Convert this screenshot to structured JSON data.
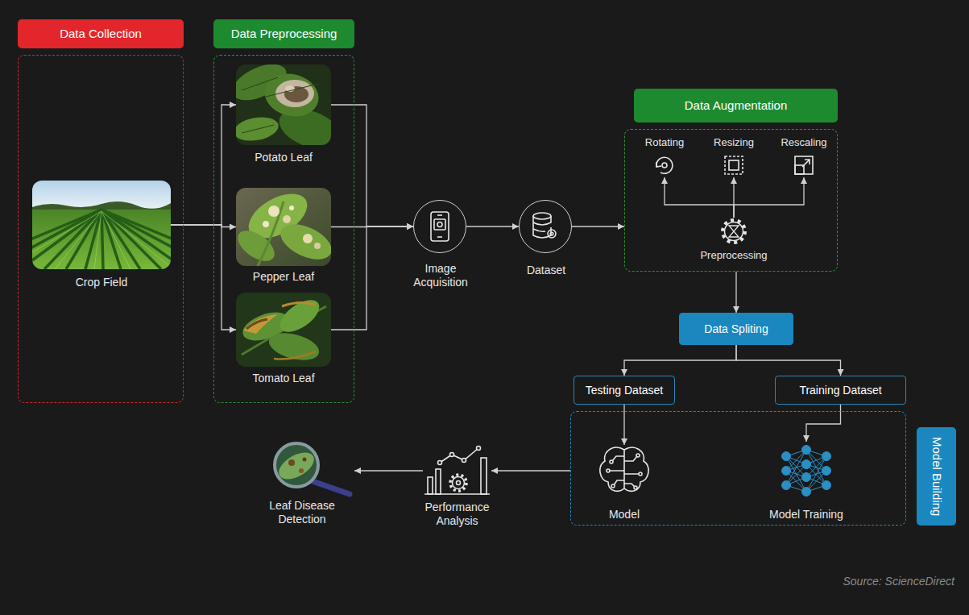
{
  "diagram": {
    "nodes": [
      {
        "text": [
          "Data Collection"
        ]
      },
      {
        "text": [
          "Crop Field"
        ],
        "in": 0
      },
      {
        "text": [
          "Data Preprocessing"
        ]
      },
      {
        "text": [
          "Potato Leaf"
        ],
        "in": 2
      },
      {
        "text": [
          "Pepper Leaf"
        ],
        "in": 2
      },
      {
        "text": [
          "Tomato Leaf"
        ],
        "in": 2
      },
      {
        "text": [
          "Image Acquisition"
        ]
      },
      {
        "text": [
          "Dataset"
        ]
      },
      {
        "text": [
          "Data Augmentation"
        ]
      },
      {
        "text": [
          "Rotating"
        ],
        "in": 8
      },
      {
        "text": [
          "Resizing"
        ],
        "in": 8
      },
      {
        "text": [
          "Rescaling"
        ],
        "in": 8
      },
      {
        "text": [
          "Preprocessing"
        ],
        "in": 8
      },
      {
        "text": [
          "Data Spliting"
        ]
      },
      {
        "text": [
          "Testing Dataset"
        ]
      },
      {
        "text": [
          "Training Dataset"
        ]
      },
      {
        "text": [
          "Model Building"
        ]
      },
      {
        "text": [
          "Model"
        ],
        "in": 16
      },
      {
        "text": [
          "Model Training"
        ],
        "in": 16
      },
      {
        "text": [
          "Performance Analysis"
        ]
      },
      {
        "text": [
          "Leaf Disease Detection"
        ]
      }
    ],
    "edges": [
      {
        "from": 1,
        "to": 3,
        "arrow": "to"
      },
      {
        "from": 1,
        "to": 4,
        "arrow": "to"
      },
      {
        "from": 1,
        "to": 5,
        "arrow": "to"
      },
      {
        "from": 3,
        "to": 6,
        "arrow": "to"
      },
      {
        "from": 4,
        "to": 6,
        "arrow": "to"
      },
      {
        "from": 5,
        "to": 6,
        "arrow": "to"
      },
      {
        "from": 6,
        "to": 7,
        "arrow": "to"
      },
      {
        "from": 7,
        "to": 8,
        "arrow": "to"
      },
      {
        "from": 12,
        "to": 9,
        "arrow": "to"
      },
      {
        "from": 12,
        "to": 10,
        "arrow": "to"
      },
      {
        "from": 12,
        "to": 11,
        "arrow": "to"
      },
      {
        "from": 8,
        "to": 13,
        "arrow": "to"
      },
      {
        "from": 13,
        "to": 14,
        "arrow": "to"
      },
      {
        "from": 13,
        "to": 15,
        "arrow": "to"
      },
      {
        "from": 14,
        "to": 17,
        "arrow": "to"
      },
      {
        "from": 15,
        "to": 18,
        "arrow": "to"
      },
      {
        "from": 16,
        "to": 19,
        "arrow": "to"
      },
      {
        "from": 19,
        "to": 20,
        "arrow": "to"
      }
    ],
    "labels": [
      "Source: ScienceDirect"
    ]
  }
}
